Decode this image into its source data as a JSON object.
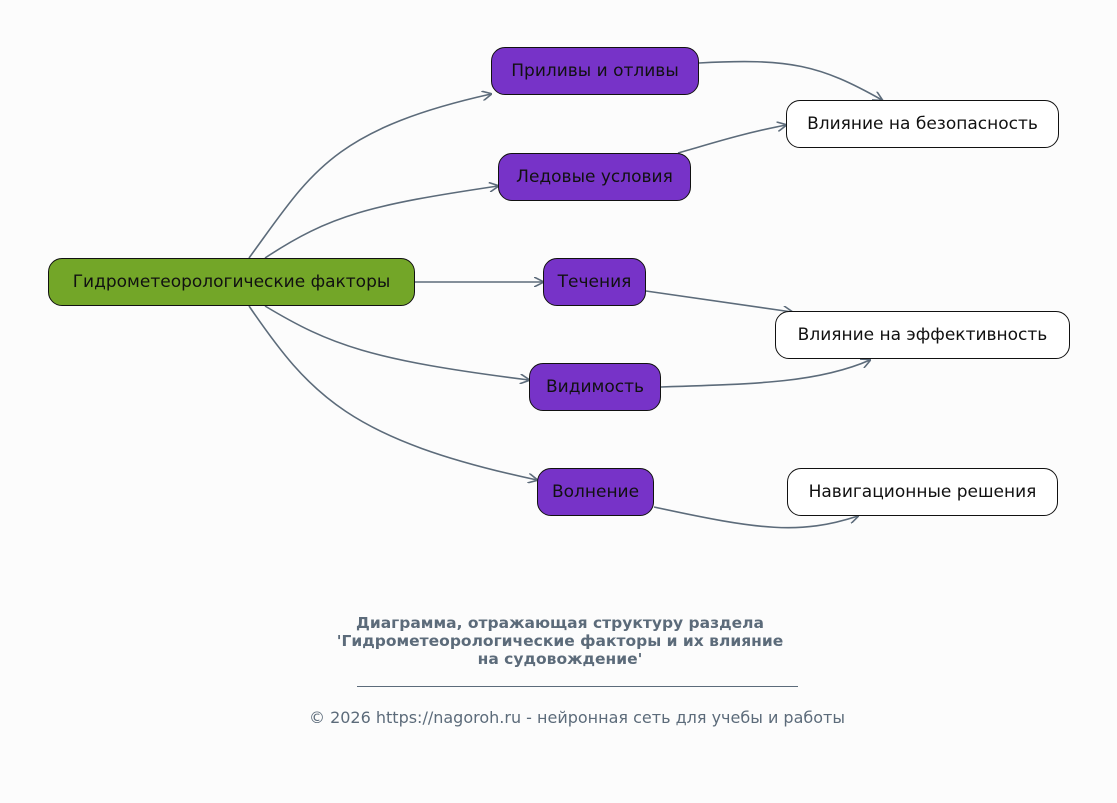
{
  "diagram": {
    "root": {
      "label": "Гидрометеорологические факторы",
      "color": "#73a628"
    },
    "factors": [
      {
        "label": "Приливы и отливы"
      },
      {
        "label": "Ледовые условия"
      },
      {
        "label": "Течения"
      },
      {
        "label": "Видимость"
      },
      {
        "label": "Волнение"
      }
    ],
    "effects": [
      {
        "label": "Влияние на безопасность"
      },
      {
        "label": "Влияние на эффективность"
      },
      {
        "label": "Навигационные решения"
      }
    ],
    "factor_color": "#7733c8",
    "effect_color": "#ffffff",
    "edge_color": "#5c6b7a"
  },
  "caption": {
    "title_lines": [
      "Диаграмма, отражающая структуру раздела",
      "'Гидрометеорологические факторы и их влияние",
      "на судовождение'"
    ],
    "copyright": "© 2026 https://nagoroh.ru - нейронная сеть для учебы и работы"
  }
}
